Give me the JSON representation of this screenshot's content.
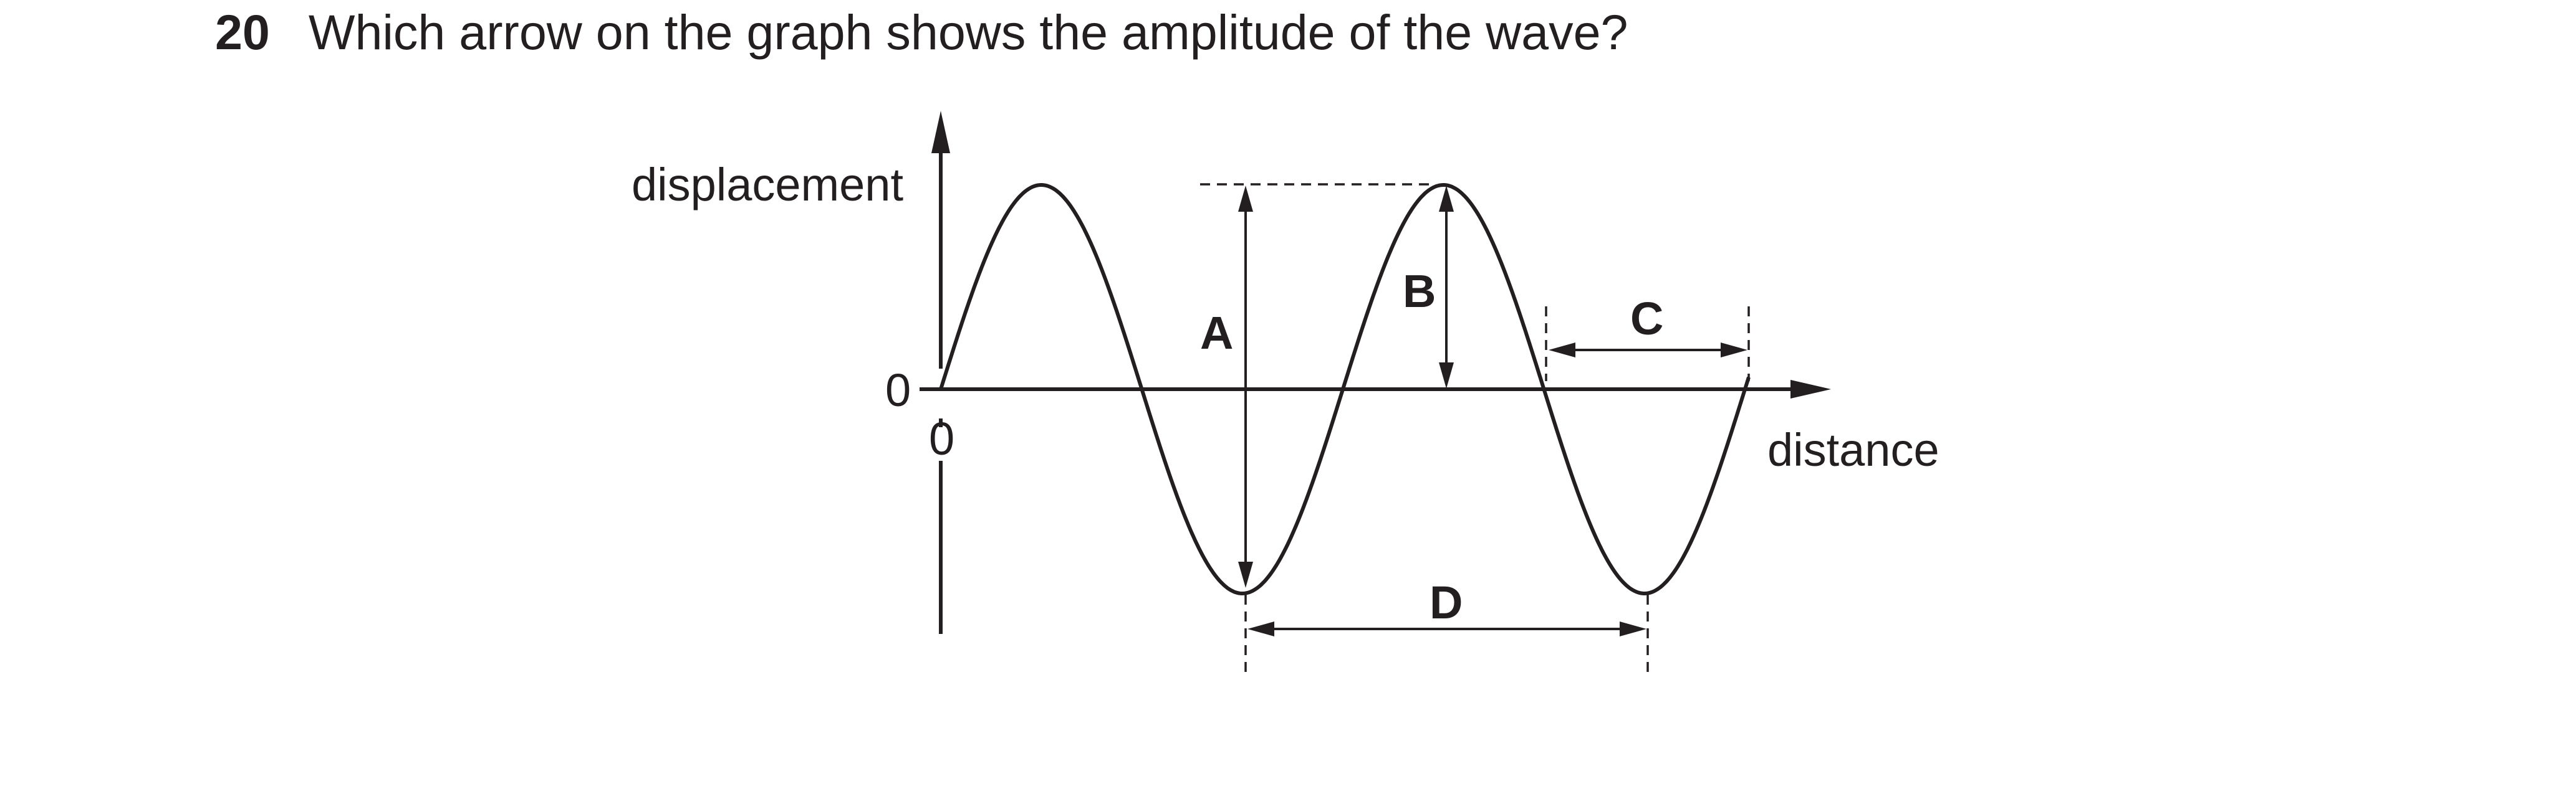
{
  "question": {
    "number": "20",
    "text": "Which arrow on the graph shows the amplitude of the wave?"
  },
  "diagram": {
    "y_axis_label": "displacement",
    "x_axis_label": "distance",
    "y_origin_label": "0",
    "x_origin_label": "0",
    "arrow_labels": {
      "a": "A",
      "b": "B",
      "c": "C",
      "d": "D"
    }
  },
  "colors": {
    "ink": "#231f20",
    "background": "#ffffff"
  }
}
